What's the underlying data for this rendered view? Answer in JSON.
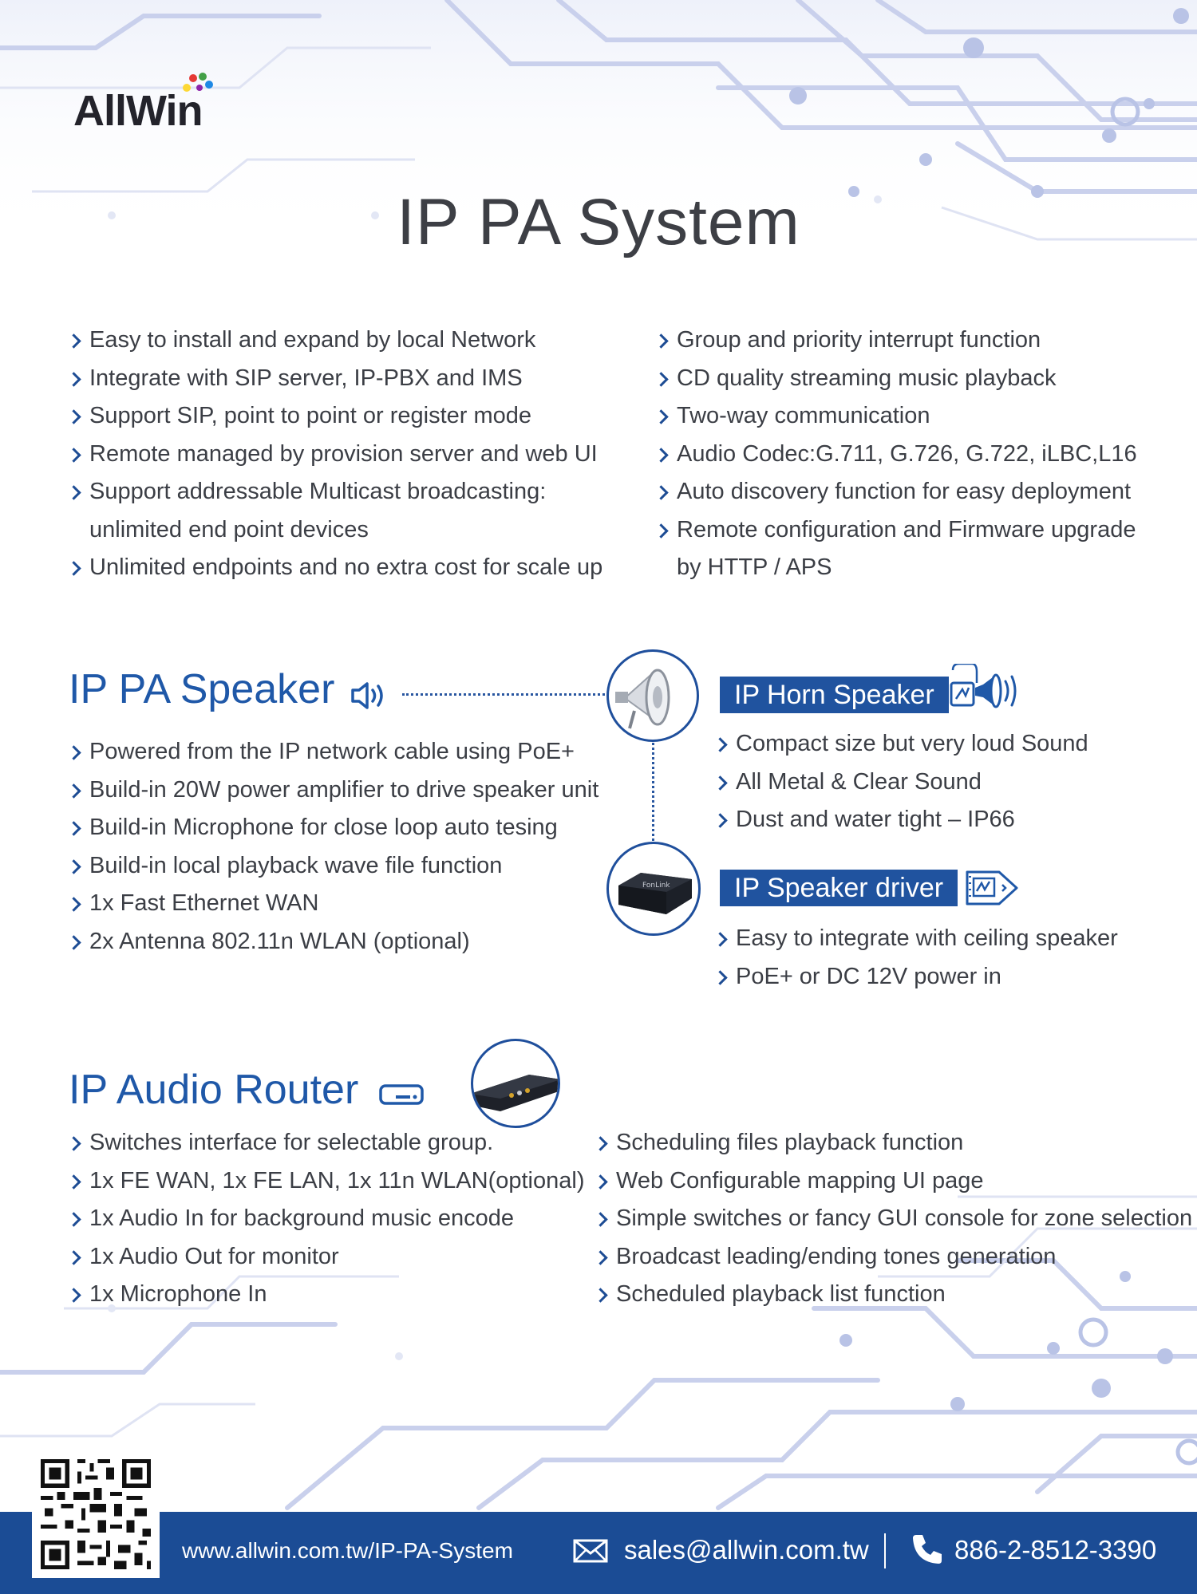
{
  "brand": {
    "logo_text": "AllWin",
    "colors": {
      "primary": "#1f58a8",
      "tag_bg": "#20539f",
      "footer_bg": "#1b4c95",
      "text": "#3b3e45"
    }
  },
  "title": "IP PA System",
  "system_features": {
    "left": [
      "Easy to install and expand by local Network",
      "Integrate with SIP server, IP-PBX and IMS",
      "Support SIP, point to point or register mode",
      "Remote managed by provision server and web UI",
      "Support addressable Multicast broadcasting:",
      "unlimited end  point devices",
      "Unlimited endpoints and no extra cost for scale up"
    ],
    "right": [
      "Group and priority interrupt function",
      "CD quality streaming music playback",
      "Two-way communication",
      "Audio Codec:G.711, G.726, G.722, iLBC,L16",
      "Auto discovery function for easy deployment",
      "Remote configuration and Firmware upgrade",
      "by HTTP / APS"
    ]
  },
  "speaker_section": {
    "title": "IP PA Speaker",
    "icon": "speaker-icon",
    "features": [
      "Powered from the IP network cable using PoE+",
      "Build-in 20W power amplifier to drive speaker unit",
      "Build-in Microphone for close loop auto tesing",
      "Build-in local playback wave file function",
      "1x Fast Ethernet  WAN",
      "2x Antenna 802.11n WLAN (optional)"
    ]
  },
  "horn_speaker": {
    "label": "IP Horn Speaker",
    "icon": "horn-speaker-icon",
    "features": [
      "Compact size but very loud Sound",
      "All Metal & Clear Sound",
      "Dust and water tight – IP66"
    ]
  },
  "speaker_driver": {
    "label": "IP Speaker driver",
    "icon": "speaker-driver-icon",
    "device_label": "FonLink",
    "features": [
      "Easy to integrate with ceiling speaker",
      "PoE+ or DC 12V power in"
    ]
  },
  "router_section": {
    "title": "IP Audio Router",
    "icon": "router-icon",
    "features_left": [
      "Switches interface for selectable group.",
      "1x FE WAN, 1x FE LAN, 1x 11n WLAN(optional)",
      "1x Audio In for background music encode",
      "1x Audio Out for monitor",
      "1x Microphone In"
    ],
    "features_right": [
      "Scheduling files playback function",
      "Web Configurable mapping UI page",
      "Simple switches or fancy GUI console for zone selection",
      "Broadcast leading/ending  tones generation",
      "Scheduled playback list function"
    ]
  },
  "footer": {
    "url": "www.allwin.com.tw/IP-PA-System",
    "email": "sales@allwin.com.tw",
    "separator": "|",
    "phone": "886-2-8512-3390"
  }
}
